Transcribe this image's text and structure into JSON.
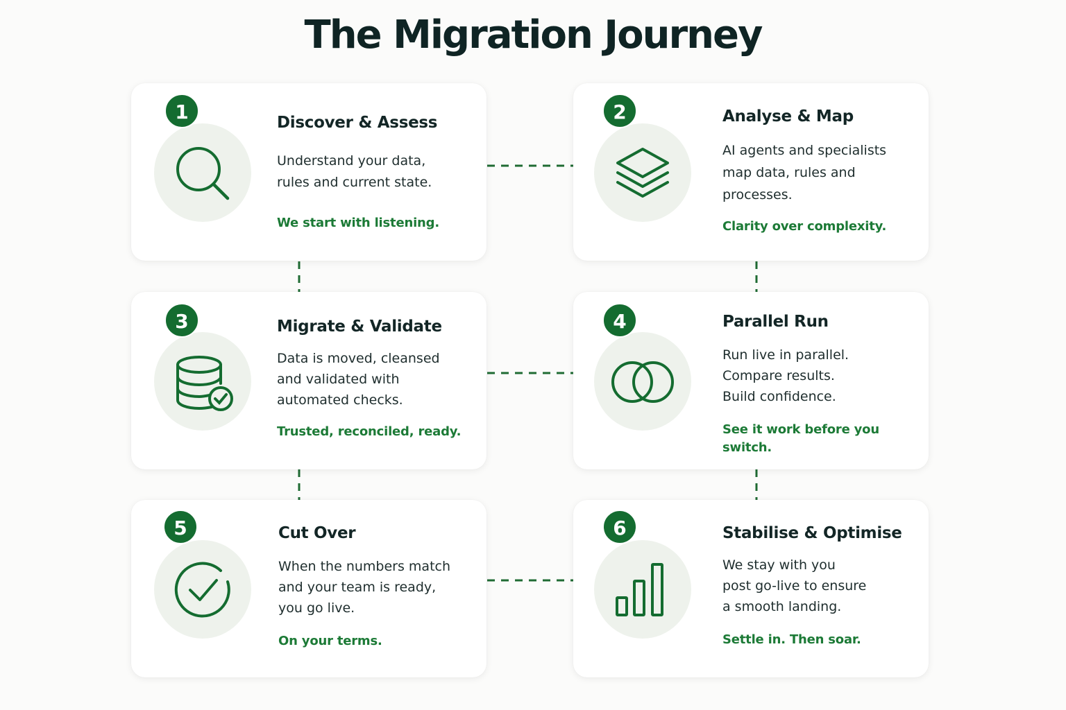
{
  "title": "The Migration Journey",
  "colors": {
    "accent": "#146c30",
    "tagline": "#1c7a36",
    "icon_bg": "#eef2ec",
    "connector": "#1f6b33"
  },
  "steps": [
    {
      "number": "1",
      "title": "Discover & Assess",
      "description": "Understand your data,\nrules and current state.",
      "tagline": "We start with listening.",
      "icon": "search-icon"
    },
    {
      "number": "2",
      "title": "Analyse & Map",
      "description": "AI agents and specialists\nmap data, rules and\nprocesses.",
      "tagline": "Clarity over complexity.",
      "icon": "layers-icon"
    },
    {
      "number": "3",
      "title": "Migrate & Validate",
      "description": "Data is moved, cleansed\nand validated with\nautomated checks.",
      "tagline": "Trusted, reconciled, ready.",
      "icon": "database-check-icon"
    },
    {
      "number": "4",
      "title": "Parallel Run",
      "description": "Run live in parallel.\nCompare results.\nBuild confidence.",
      "tagline": "See it work before you switch.",
      "icon": "overlapping-circles-icon"
    },
    {
      "number": "5",
      "title": "Cut Over",
      "description": "When the numbers match\nand your team is ready,\nyou go live.",
      "tagline": "On your terms.",
      "icon": "check-circle-icon"
    },
    {
      "number": "6",
      "title": "Stabilise & Optimise",
      "description": "We stay with you\npost go-live to ensure\na smooth landing.",
      "tagline": "Settle in. Then soar.",
      "icon": "bar-chart-icon"
    }
  ]
}
